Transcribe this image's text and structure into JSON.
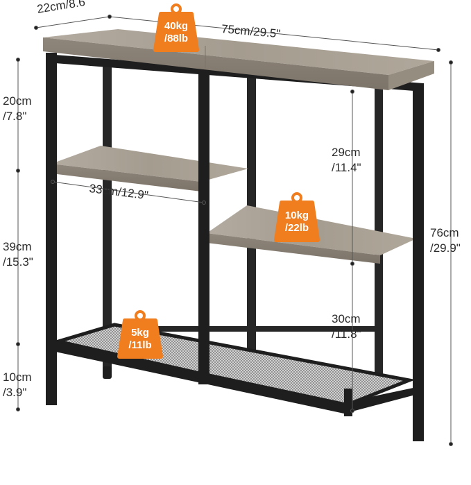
{
  "dimensions": {
    "depth": "22cm/8.6\"",
    "width": "75cm/29.5\"",
    "top_gap_cm": "20cm",
    "top_gap_in": "/7.8\"",
    "middle_gap_cm": "39cm",
    "middle_gap_in": "/15.3\"",
    "bottom_gap_cm": "10cm",
    "bottom_gap_in": "/3.9\"",
    "shelf_width": "33cm/12.9\"",
    "right_upper_cm": "29cm",
    "right_upper_in": "/11.4\"",
    "right_lower_cm": "30cm",
    "right_lower_in": "/11.8\"",
    "height_cm": "76cm",
    "height_in": "/29.9\""
  },
  "load_badges": {
    "top": {
      "line1": "40kg",
      "line2": "/88lb"
    },
    "shelf": {
      "line1": "10kg",
      "line2": "/22lb"
    },
    "bottom": {
      "line1": "5kg",
      "line2": "/11lb"
    }
  },
  "colors": {
    "badge": "#f07d1e",
    "frame": "#1e1e1e",
    "wood": "#a39a8e",
    "dimension_line": "#555555"
  }
}
